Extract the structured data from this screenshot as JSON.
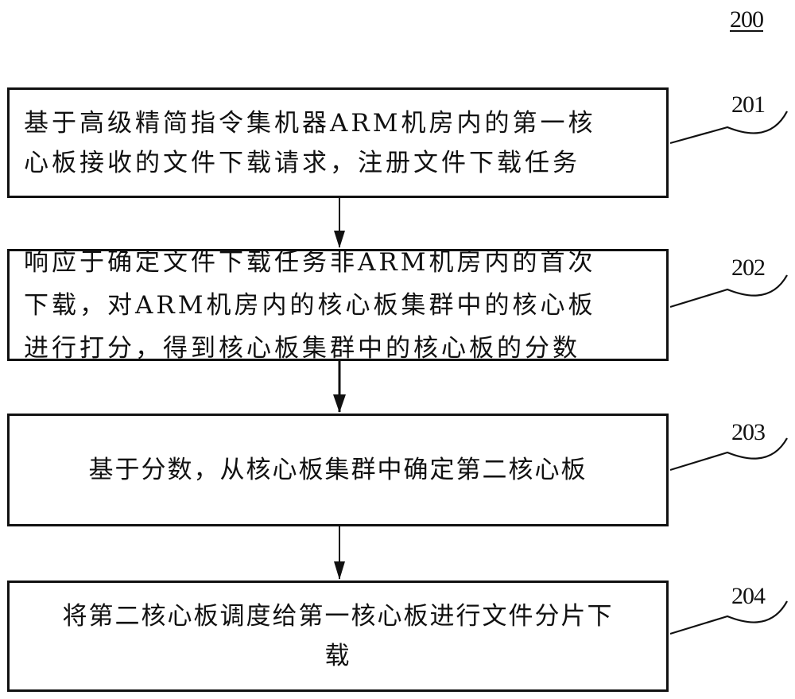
{
  "figure": {
    "label": "200"
  },
  "steps": [
    {
      "number": "201",
      "text": "基于高级精简指令集机器ARM机房内的第一核\n心板接收的文件下载请求，注册文件下载任务"
    },
    {
      "number": "202",
      "text": "响应于确定文件下载任务非ARM机房内的首次\n下载，对ARM机房内的核心板集群中的核心板\n进行打分，得到核心板集群中的核心板的分数"
    },
    {
      "number": "203",
      "text": "基于分数，从核心板集群中确定第二核心板"
    },
    {
      "number": "204",
      "text": "将第二核心板调度给第一核心板进行文件分片下\n载"
    }
  ],
  "flow": {
    "direction": "top-to-bottom",
    "edges": [
      [
        "201",
        "202"
      ],
      [
        "202",
        "203"
      ],
      [
        "203",
        "204"
      ]
    ]
  }
}
